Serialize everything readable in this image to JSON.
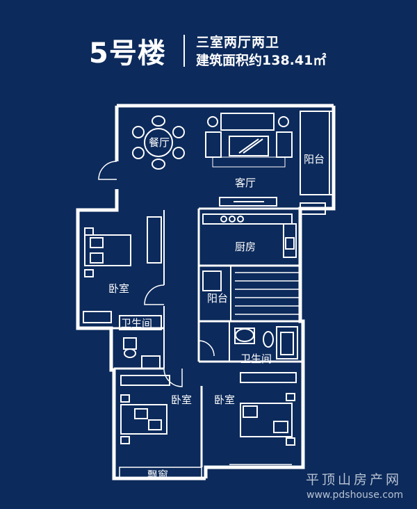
{
  "header": {
    "building": "5号楼",
    "layout": "三室两厅两卫",
    "area": "建筑面积约138.41㎡"
  },
  "rooms": {
    "dining": "餐厅",
    "living": "客厅",
    "balcony_east": "阳台",
    "kitchen": "厨房",
    "bedroom_west": "卧室",
    "balcony_center": "阳台",
    "bath_west": "卫生间",
    "bath_east": "卫生间",
    "bedroom_sw": "卧室",
    "bedroom_se": "卧室",
    "bay_window": "飘窗"
  },
  "watermark": {
    "site_name": "平顶山房产网",
    "url": "www.pdshouse.com"
  },
  "colors": {
    "background": "#0c2a5b",
    "line": "#ffffff"
  }
}
